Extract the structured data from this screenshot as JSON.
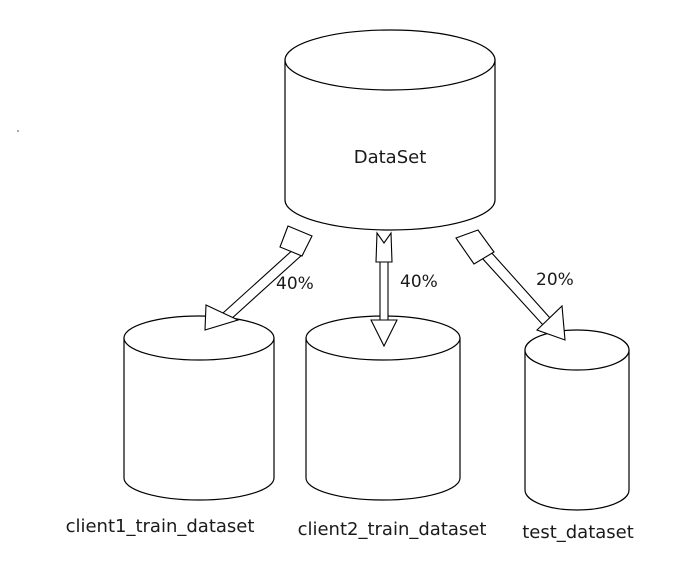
{
  "diagram": {
    "source": {
      "label": "DataSet"
    },
    "targets": [
      {
        "label": "client1_train_dataset",
        "share": "40%"
      },
      {
        "label": "client2_train_dataset",
        "share": "40%"
      },
      {
        "label": "test_dataset",
        "share": "20%"
      }
    ]
  },
  "colors": {
    "stroke": "#000000",
    "fill": "#ffffff",
    "text": "#1a1a1a"
  }
}
